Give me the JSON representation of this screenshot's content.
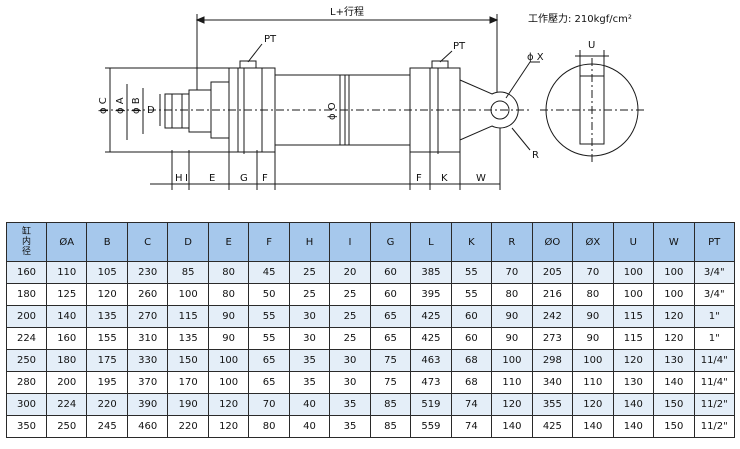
{
  "drawing": {
    "stroke_color": "#1a1a1a",
    "labels": {
      "length": "L+行程",
      "pressure": "工作壓力: 210kgf/cm²",
      "pt_left": "PT",
      "pt_right": "PT",
      "phi_x": "ϕ X",
      "u": "U",
      "phi_c": "ϕ C",
      "phi_a": "ϕ A",
      "phi_b": "ϕ B",
      "d": "D",
      "phi_o": "ϕ O",
      "r": "R",
      "h": "H",
      "i": "I",
      "e": "E",
      "g": "G",
      "f_left": "F",
      "f_right": "F",
      "k": "K",
      "w": "W"
    }
  },
  "table": {
    "header_color": "#a6c8ec",
    "stripe_color": "#e4eef8",
    "first_header": "缸内径",
    "headers": [
      "ØA",
      "B",
      "C",
      "D",
      "E",
      "F",
      "H",
      "I",
      "G",
      "L",
      "K",
      "R",
      "ØO",
      "ØX",
      "U",
      "W",
      "PT"
    ],
    "rows": [
      [
        "160",
        "110",
        "105",
        "230",
        "85",
        "80",
        "45",
        "25",
        "20",
        "60",
        "385",
        "55",
        "70",
        "205",
        "70",
        "100",
        "100",
        "3/4\""
      ],
      [
        "180",
        "125",
        "120",
        "260",
        "100",
        "80",
        "50",
        "25",
        "25",
        "60",
        "395",
        "55",
        "80",
        "216",
        "80",
        "100",
        "100",
        "3/4\""
      ],
      [
        "200",
        "140",
        "135",
        "270",
        "115",
        "90",
        "55",
        "30",
        "25",
        "65",
        "425",
        "60",
        "90",
        "242",
        "90",
        "115",
        "120",
        "1\""
      ],
      [
        "224",
        "160",
        "155",
        "310",
        "135",
        "90",
        "55",
        "30",
        "25",
        "65",
        "425",
        "60",
        "90",
        "273",
        "90",
        "115",
        "120",
        "1\""
      ],
      [
        "250",
        "180",
        "175",
        "330",
        "150",
        "100",
        "65",
        "35",
        "30",
        "75",
        "463",
        "68",
        "100",
        "298",
        "100",
        "120",
        "130",
        "11/4\""
      ],
      [
        "280",
        "200",
        "195",
        "370",
        "170",
        "100",
        "65",
        "35",
        "30",
        "75",
        "473",
        "68",
        "110",
        "340",
        "110",
        "130",
        "140",
        "11/4\""
      ],
      [
        "300",
        "224",
        "220",
        "390",
        "190",
        "120",
        "70",
        "40",
        "35",
        "85",
        "519",
        "74",
        "120",
        "355",
        "120",
        "140",
        "150",
        "11/2\""
      ],
      [
        "350",
        "250",
        "245",
        "460",
        "220",
        "120",
        "80",
        "40",
        "35",
        "85",
        "559",
        "74",
        "140",
        "425",
        "140",
        "140",
        "150",
        "11/2\""
      ]
    ]
  }
}
